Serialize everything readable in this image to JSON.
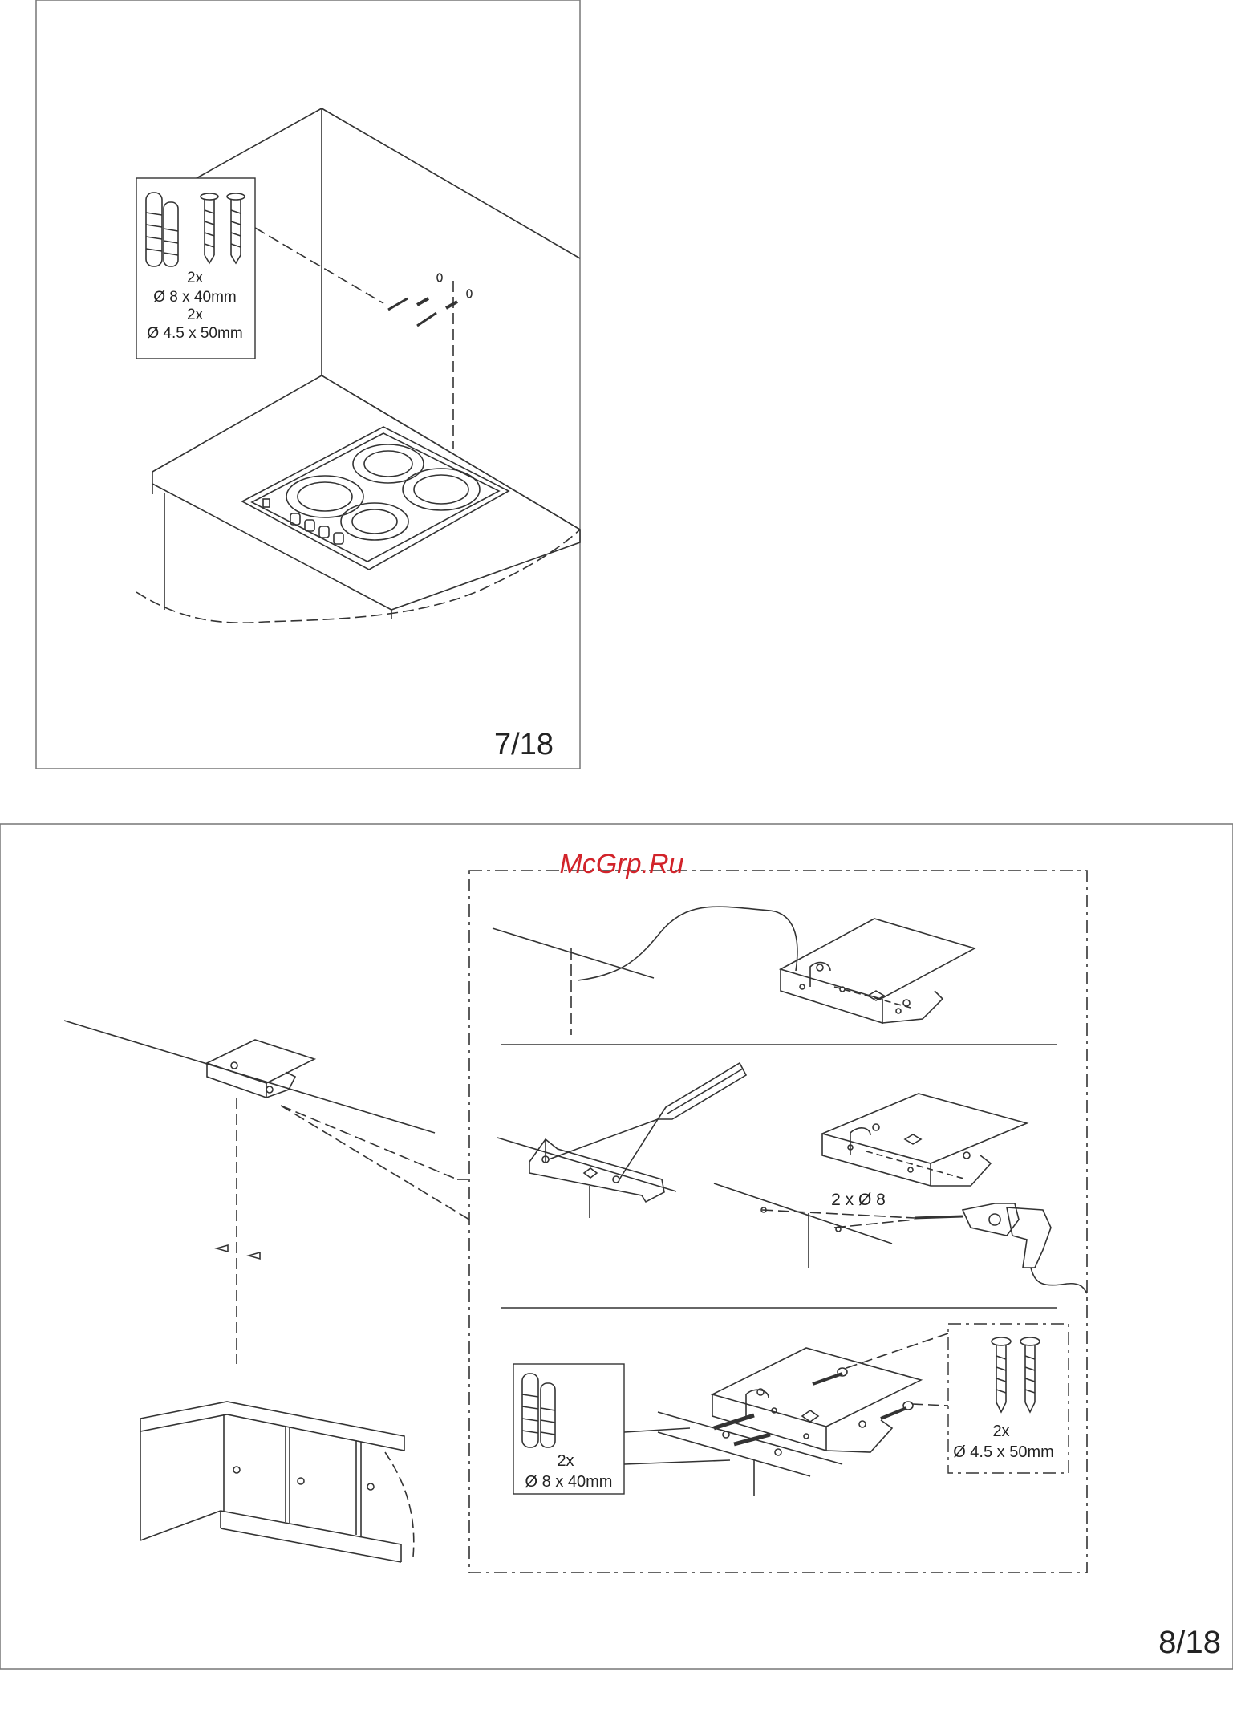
{
  "watermark": "McGrp.Ru",
  "page_top": {
    "page_number": "7/18",
    "parts": {
      "dowel_qty": "2x",
      "dowel_size": "Ø 8 x 40mm",
      "screw_qty": "2x",
      "screw_size": "Ø 4.5 x 50mm"
    }
  },
  "page_bottom": {
    "page_number": "8/18",
    "drill_label": "2 x Ø 8",
    "dowels": {
      "qty": "2x",
      "size": "Ø 8 x 40mm"
    },
    "screws": {
      "qty": "2x",
      "size": "Ø 4.5 x 50mm"
    }
  }
}
